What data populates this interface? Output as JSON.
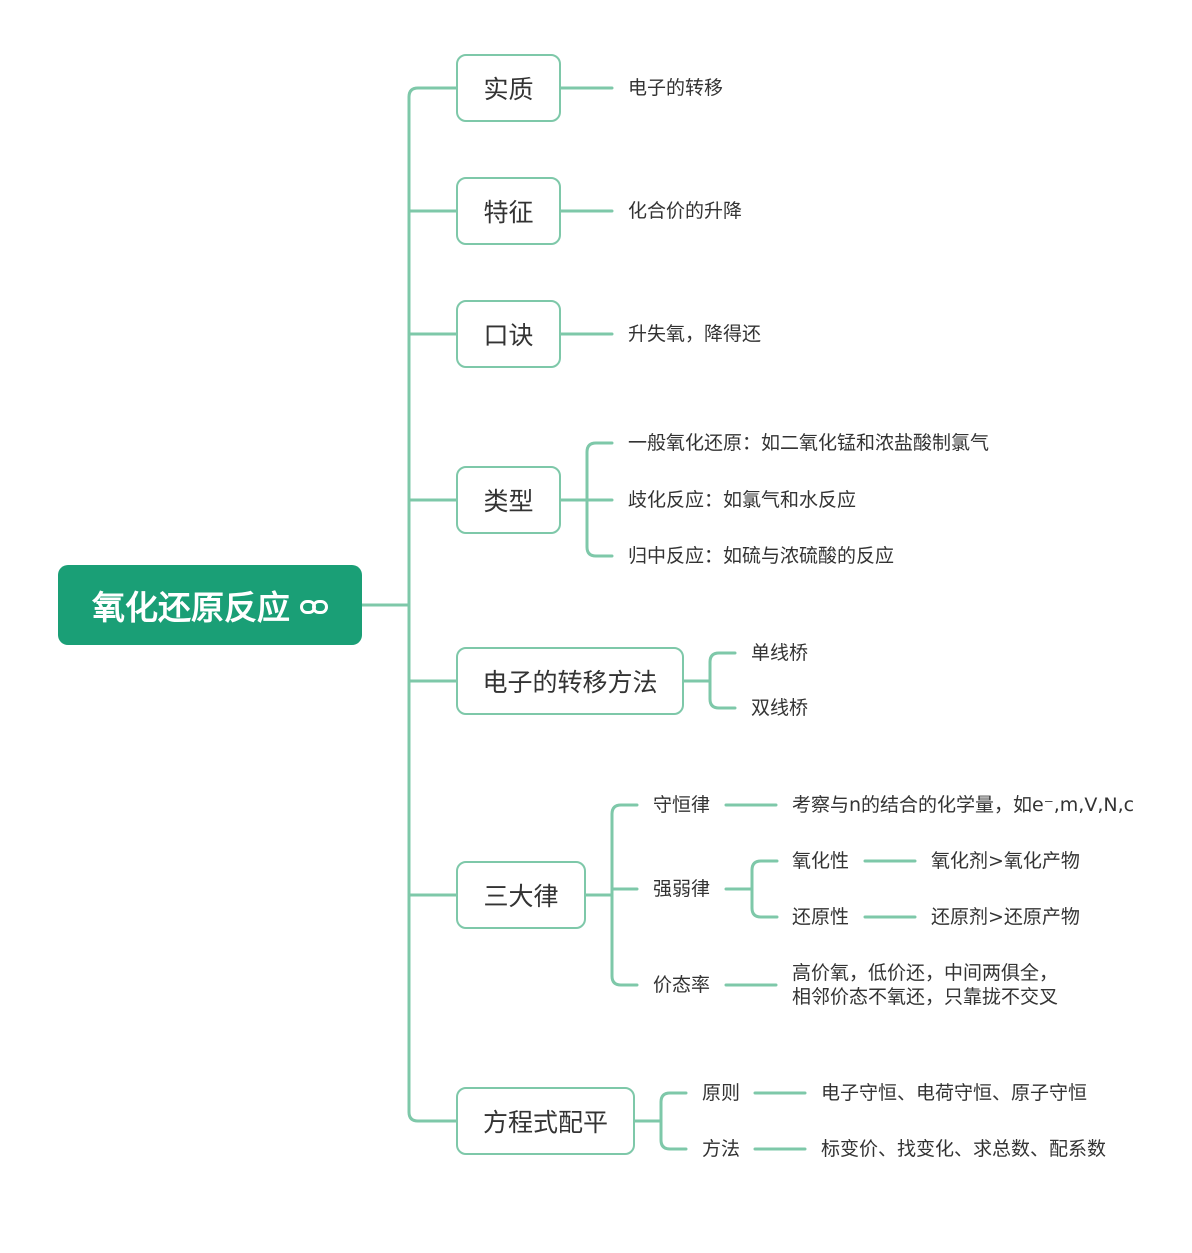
{
  "root": {
    "title": "氧化还原反应",
    "link_icon": "link-icon"
  },
  "colors": {
    "root_fill": "#1a9f76",
    "connector": "#7ec8a9",
    "text": "#333333"
  },
  "branches": [
    {
      "label": "实质",
      "children": [
        "电子的转移"
      ]
    },
    {
      "label": "特征",
      "children": [
        "化合价的升降"
      ]
    },
    {
      "label": "口诀",
      "children": [
        "升失氧，降得还"
      ]
    },
    {
      "label": "类型",
      "children": [
        "一般氧化还原：如二氧化锰和浓盐酸制氯气",
        "歧化反应：如氯气和水反应",
        "归中反应：如硫与浓硫酸的反应"
      ]
    },
    {
      "label": "电子的转移方法",
      "children": [
        "单线桥",
        "双线桥"
      ]
    },
    {
      "label": "三大律",
      "children": [
        {
          "label": "守恒律",
          "detail": "考察与n的结合的化学量，如e⁻,m,V,N,c"
        },
        {
          "label": "强弱律",
          "children": [
            {
              "label": "氧化性",
              "detail": "氧化剂>氧化产物"
            },
            {
              "label": "还原性",
              "detail": "还原剂>还原产物"
            }
          ]
        },
        {
          "label": "价态率",
          "detail": "高价氧，低价还，中间两俱全，\n相邻价态不氧还，只靠拢不交叉"
        }
      ]
    },
    {
      "label": "方程式配平",
      "children": [
        {
          "label": "原则",
          "detail": "电子守恒、电荷守恒、原子守恒"
        },
        {
          "label": "方法",
          "detail": "标变价、找变化、求总数、配系数"
        }
      ]
    }
  ]
}
